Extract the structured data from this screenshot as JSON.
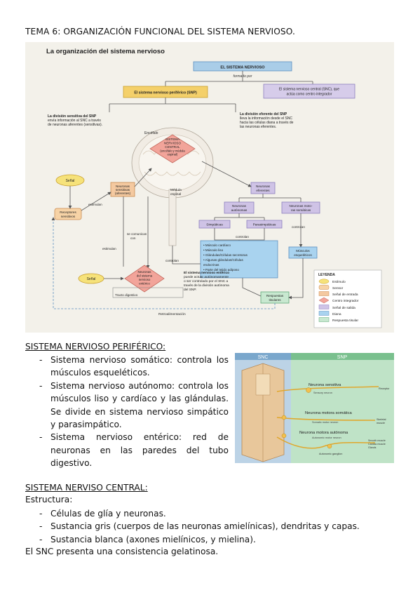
{
  "title": "TEMA 6: ORGANIZACIÓN FUNCIONAL DEL SISTEMA NERVIOSO.",
  "figure1": {
    "heading": "La organización del sistema nervioso",
    "top_box": "EL SISTEMA NERVIOSO",
    "formed_by": "formado por",
    "snp_box": "El sistema nervioso periférico (SNP)",
    "snc_box": [
      "El sistema nervioso central (SNC), que",
      "actúa como centro integrador"
    ],
    "afferent_text": [
      "La división sensitiva del SNP",
      "envía información al SNC a través",
      "de neuronas aferentes (sensitivas)."
    ],
    "efferent_text": [
      "La división eferente del SNP",
      "lleva la información desde el SNC",
      "hacia las células diana a través de",
      "las neuronas eferentes."
    ],
    "brain": "Encéfalo",
    "center": [
      "SISTEMA",
      "NERVIOSO",
      "CENTRAL",
      "(encéfalo y médula",
      "espinal)"
    ],
    "signal": "Señal",
    "sensory_neurons": [
      "Neuronas",
      "sensitivas",
      "(aferentes)"
    ],
    "stimulate": "estimulan",
    "receptors": [
      "Receptores",
      "sensitivos"
    ],
    "spinal_cord": [
      "Médula",
      "espinal"
    ],
    "efferent_neurons": [
      "Neuronas",
      "eferentes"
    ],
    "autonomic": [
      "Neuronas",
      "autónomas"
    ],
    "somatic": [
      "Neuronas moto-",
      "ras somáticas"
    ],
    "sympathetic": "Simpáticas",
    "parasympathetic": "Parasimpáticas",
    "control1": "controlan",
    "control2": "controlan",
    "control3": "controlan",
    "communicate": [
      "se comunican",
      "con"
    ],
    "stimulate2": "estimulan",
    "targets": [
      "• Músculo cardíaco",
      "• Músculo liso",
      "• Glándulas/Células secretoras",
      "• Algunas glándulas/Células",
      "  endocrinas",
      "• Parte del tejido adiposo"
    ],
    "skeletal": [
      "Músculos",
      "esqueléticos"
    ],
    "signal2": "Señal",
    "enteric_neurons": [
      "Neuronas",
      "del sistema",
      "nervioso",
      "entérico"
    ],
    "enteric_text": [
      "El sistema nervioso entérico",
      "puede actuar autónomamente",
      "o ser controlado por el SNC a",
      "través de la división autónoma",
      "del SNP."
    ],
    "tissue_resp": [
      "Respuestas",
      "tisulares"
    ],
    "digestive": "Tracto digestivo",
    "feedback": "Retroalimentación",
    "legend_title": "LEYENDA",
    "legend": [
      "Estímulo",
      "Sensor",
      "Señal de entrada",
      "Centro integrador",
      "Señal de salida",
      "Diana",
      "Respuesta tisular"
    ],
    "colors": {
      "stimulus": "#f6e27a",
      "sensor": "#f7d3a6",
      "input": "#f4c9a0",
      "integrator": "#f2a49a",
      "output": "#cfc3e6",
      "target": "#a9d3ef",
      "response": "#c8e8d0"
    }
  },
  "snp_section": {
    "heading": "SISTEMA NERVIOSO PERIFÉRICO:",
    "items": [
      "Sistema nervioso somático: controla los músculos esqueléticos.",
      "Sistema nervioso autónomo: controla los músculos liso y cardíaco y las glándulas. Se divide en sistema nervioso simpático y parasimpático.",
      "Sistema nervioso entérico: red de neuronas en las paredes del tubo digestivo."
    ]
  },
  "figure2": {
    "snc_label": "SNC",
    "snp_label": "SNP",
    "sensory": "Neurona sensitiva",
    "sensory_sub": "Sensory neuron",
    "motor_somatic": "Neurona motora somática",
    "motor_somatic_sub": "Somatic motor neuron",
    "motor_autonomic": "Neurona motora autónoma",
    "motor_autonomic_sub": "Autonomic motor neuron",
    "receptor": "Receptor",
    "skeletal": [
      "Skeletal",
      "muscle"
    ],
    "smooth": [
      "Smooth muscle",
      "Cardiac muscle",
      "Glands"
    ],
    "ganglion": "Autonomic ganglion"
  },
  "snc_section": {
    "heading": "SISTEMA NERVISO CENTRAL:",
    "structure": "Estructura:",
    "items": [
      "Células de glía y neuronas.",
      "Sustancia gris (cuerpos de las neuronas amielínicas), dendritas y capas.",
      "Sustancia blanca (axones mielínicos, y mielina)."
    ],
    "closing": "El SNC presenta una consistencia gelatinosa."
  }
}
